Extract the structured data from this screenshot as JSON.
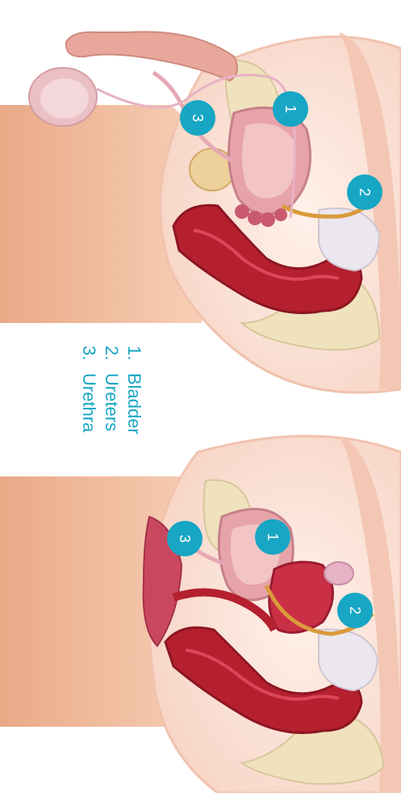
{
  "legend": {
    "items": [
      {
        "num": "1.",
        "label": "Bladder"
      },
      {
        "num": "2.",
        "label": "Ureters"
      },
      {
        "num": "3.",
        "label": "Urethra"
      }
    ]
  },
  "badges": {
    "male": [
      "1",
      "2",
      "3"
    ],
    "female": [
      "1",
      "2",
      "3"
    ]
  },
  "colors": {
    "badge": "#17a6c4",
    "skin": "#f0b898",
    "bladder": "#e6a3a8",
    "bowel": "#b5202f",
    "bone": "#efe2bd",
    "ureter": "#d99a3a"
  }
}
